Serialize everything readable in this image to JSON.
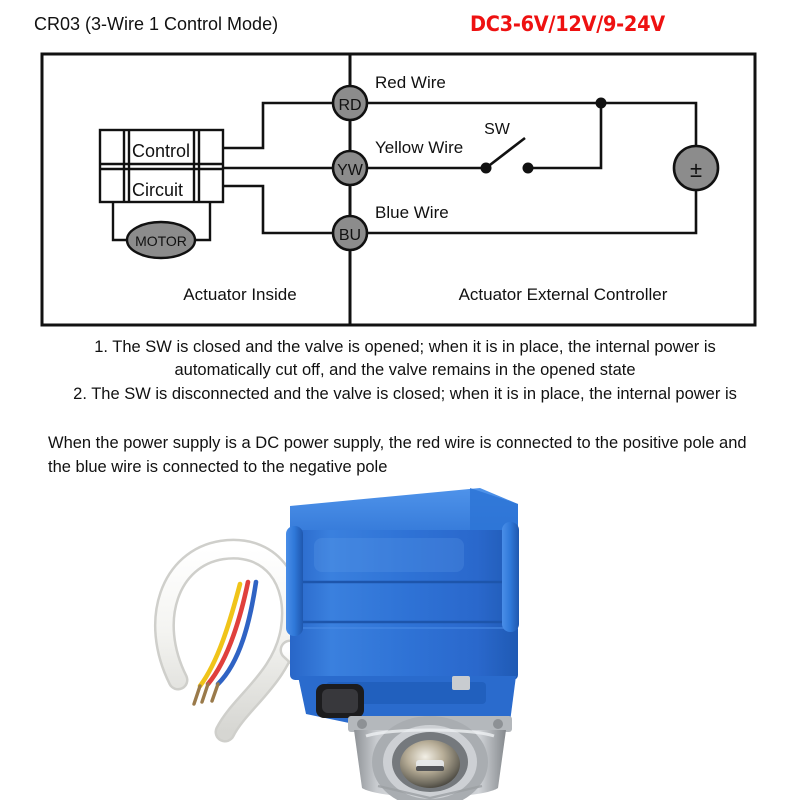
{
  "header": {
    "title": "CR03 (3-Wire 1 Control Mode)",
    "voltage": "DC3-6V/12V/9-24V",
    "voltage_color": "#ee1111"
  },
  "diagram": {
    "terminals": [
      {
        "id": "RD",
        "label": "RD",
        "wire_label": "Red Wire"
      },
      {
        "id": "YW",
        "label": "YW",
        "wire_label": "Yellow Wire"
      },
      {
        "id": "BU",
        "label": "BU",
        "wire_label": "Blue Wire"
      }
    ],
    "control_box": {
      "line1": "Control",
      "line2": "Circuit"
    },
    "motor_label": "MOTOR",
    "switch_label": "SW",
    "power_symbol": "±",
    "section_left": "Actuator Inside",
    "section_right": "Actuator External Controller",
    "fill_gray": "#8c8c8c",
    "stroke": "#111111"
  },
  "notes": {
    "line1": "1. The SW is closed and the valve is opened; when it is in place, the internal power is",
    "line2": "automatically cut off, and the valve remains in the opened state",
    "line3": "2. The SW is disconnected and the valve is closed; when it is in place, the internal power is"
  },
  "paragraph": "When the power supply is a DC power supply, the red wire is connected to the positive pole and the blue wire is connected to the negative pole",
  "photo": {
    "alt": "Blue motorized ball valve actuator with white three-wire cable",
    "body_color": "#2a6fd4",
    "body_color_light": "#3d86e3",
    "body_color_dark": "#1d54a8",
    "cable_color": "#f2f2f0",
    "wire_red": "#d93b3b",
    "wire_yellow": "#f0c419",
    "wire_blue": "#2f63c4",
    "valve_color": "#b9bcc0"
  }
}
